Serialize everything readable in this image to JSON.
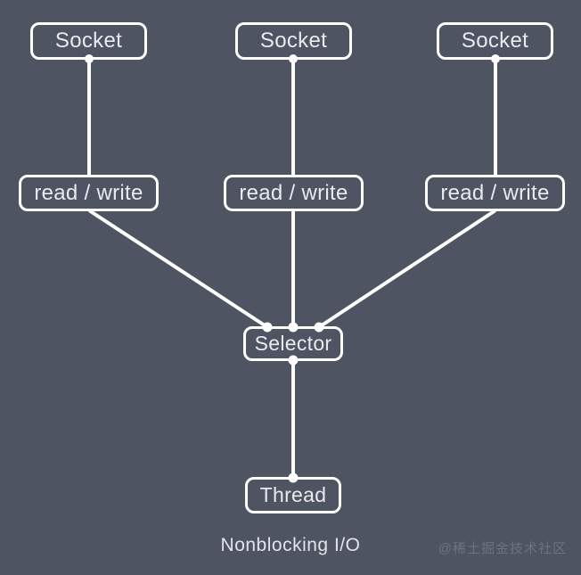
{
  "diagram": {
    "title": "Nonblocking I/O",
    "caption": "Nonblocking I/O",
    "background_color": "#4f5463",
    "stroke_color": "#ffffff",
    "text_color": "#e9eaee",
    "watermark": "@稀土掘金技术社区",
    "watermark_color": "#6d7280",
    "nodes": {
      "socket_1": "Socket",
      "socket_2": "Socket",
      "socket_3": "Socket",
      "read_write_1": "read / write",
      "read_write_2": "read / write",
      "read_write_3": "read / write",
      "selector": "Selector",
      "thread": "Thread"
    },
    "edges": [
      {
        "from": "socket_1",
        "to": "read_write_1",
        "kind": "vertical"
      },
      {
        "from": "socket_2",
        "to": "read_write_2",
        "kind": "vertical"
      },
      {
        "from": "socket_3",
        "to": "read_write_3",
        "kind": "vertical"
      },
      {
        "from": "read_write_1",
        "to": "selector",
        "kind": "diagonal"
      },
      {
        "from": "read_write_2",
        "to": "selector",
        "kind": "vertical"
      },
      {
        "from": "read_write_3",
        "to": "selector",
        "kind": "diagonal"
      },
      {
        "from": "selector",
        "to": "thread",
        "kind": "vertical"
      }
    ]
  }
}
